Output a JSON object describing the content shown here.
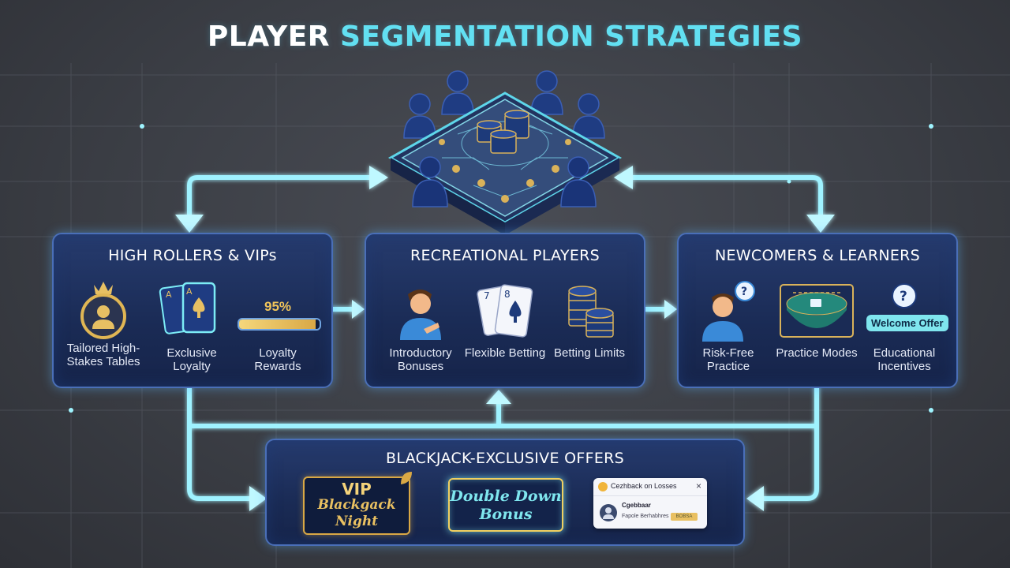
{
  "title": {
    "part1": "PLAYER ",
    "part2": "SEGMENTATION STRATEGIES"
  },
  "segments": [
    {
      "title": "HIGH ROLLERS & VIPs",
      "items": [
        {
          "label": "Tailored High-Stakes Tables",
          "icon": "crown-avatar-icon"
        },
        {
          "label": "Exclusive Loyalty",
          "icon": "ace-cards-icon"
        },
        {
          "label": "Loyalty Rewards",
          "icon": "progress-bar-icon",
          "progress_text": "95%",
          "progress": 0.95
        }
      ]
    },
    {
      "title": "RECREATIONAL PLAYERS",
      "items": [
        {
          "label": "Introductory Bonuses",
          "icon": "player-avatar-icon"
        },
        {
          "label": "Flexible Betting",
          "icon": "playing-cards-icon"
        },
        {
          "label": "Betting Limits",
          "icon": "chip-stacks-icon"
        }
      ]
    },
    {
      "title": "NEWCOMERS & LEARNERS",
      "items": [
        {
          "label": "Risk-Free Practice",
          "icon": "question-avatar-icon"
        },
        {
          "label": "Practice Modes",
          "icon": "practice-table-icon"
        },
        {
          "label": "Educational Incentives",
          "icon": "question-icon",
          "badge": "Welcome Offer"
        }
      ]
    }
  ],
  "offers": {
    "title": "BLACKJACK-EXCLUSIVE OFFERS",
    "vip_ticket": {
      "line1": "VIP",
      "line2": "Blackgack",
      "line3": "Night"
    },
    "double_down": {
      "line1": "Double Down",
      "line2": "Bonus"
    },
    "cashback": {
      "header": "Cezhback on Losses",
      "close": "×",
      "name": "Cgebbaar",
      "desc": "Fapole Berhabhres",
      "action": "BOBSA"
    }
  },
  "colors": {
    "accent": "#62e0f2",
    "gold": "#d9a845",
    "panel": "#1d2f5e",
    "glow": "#8ff0ff"
  }
}
